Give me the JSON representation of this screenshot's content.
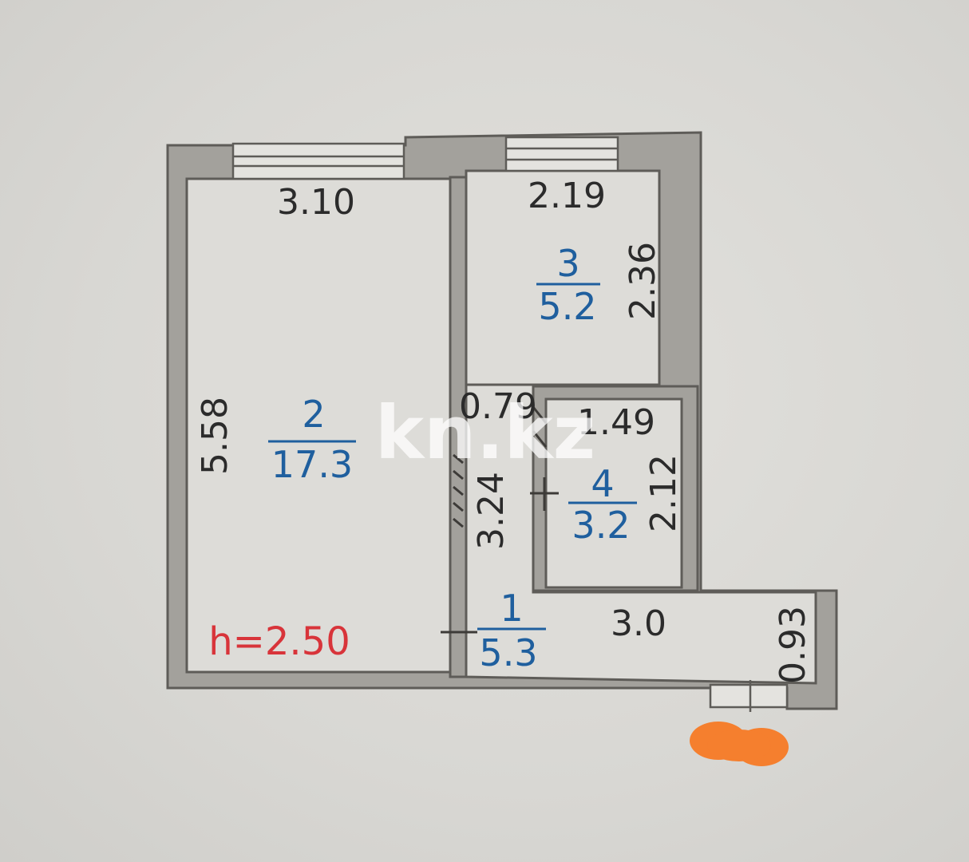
{
  "rooms": [
    {
      "number": "2",
      "area": "17.3"
    },
    {
      "number": "3",
      "area": "5.2"
    },
    {
      "number": "4",
      "area": "3.2"
    },
    {
      "number": "1",
      "area": "5.3"
    }
  ],
  "dimensions": {
    "room2_width": "3.10",
    "room2_length": "5.58",
    "room3_width": "2.19",
    "room3_length": "2.36",
    "corridor_width": "0.79",
    "corridor_length": "3.24",
    "room4_width": "1.49",
    "room4_length": "2.12",
    "room1_length": "3.0",
    "room1_width": "0.93"
  },
  "ceiling_height": "h=2.50",
  "watermark": "kn.kz",
  "colors": {
    "room_label": "#1f5f9e",
    "height_label": "#d8343a",
    "redaction": "#f57f2e",
    "wall": "#a3a19c"
  }
}
